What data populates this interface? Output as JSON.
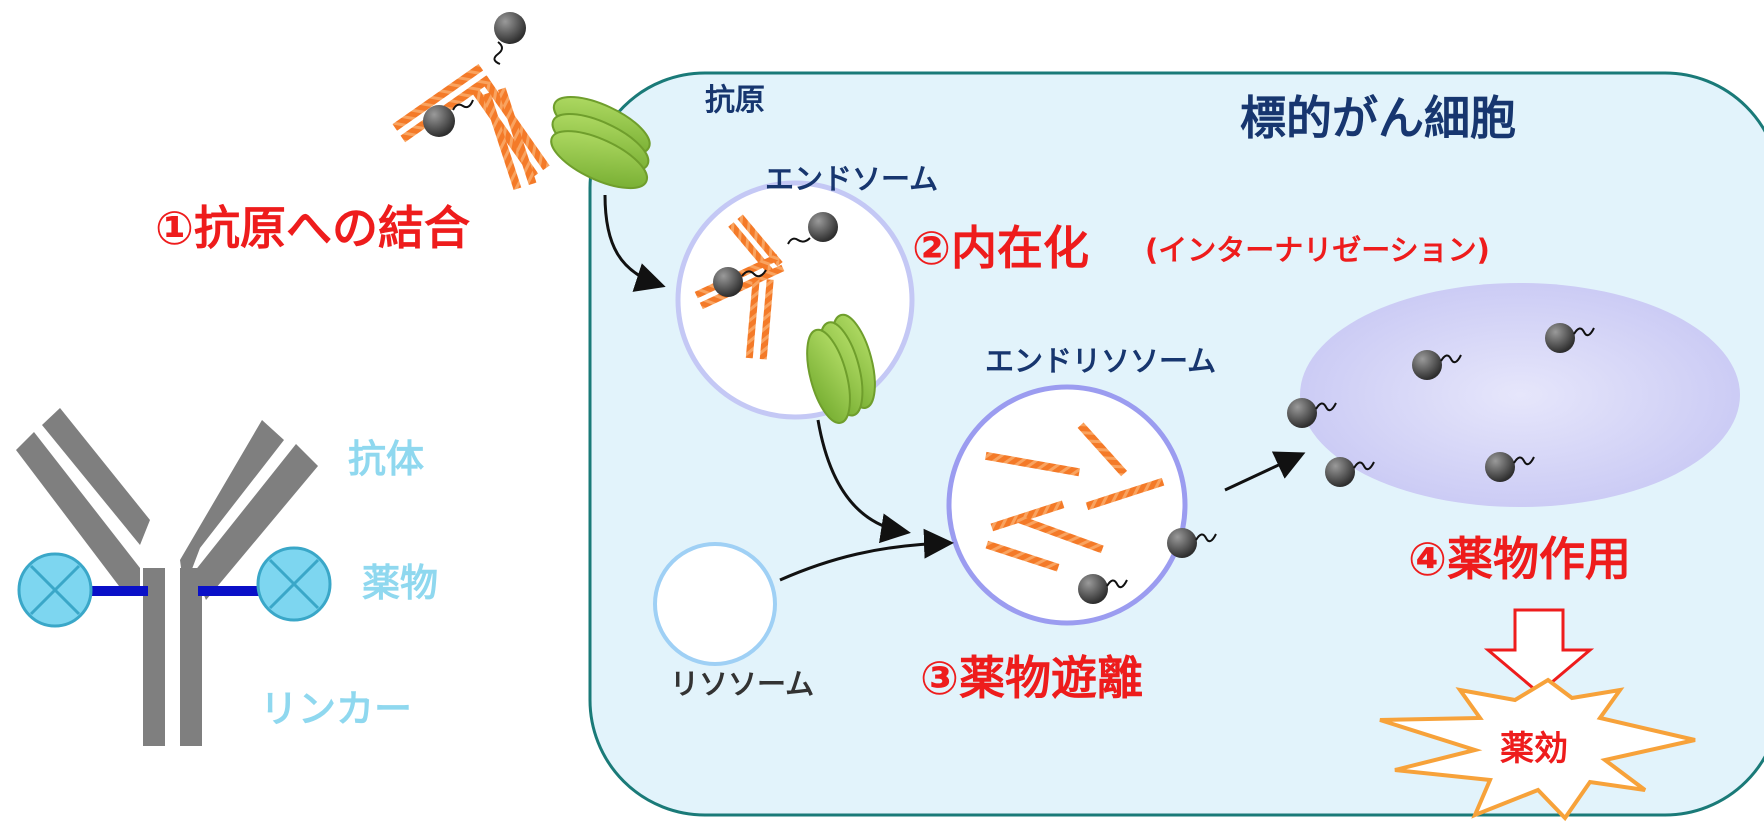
{
  "cell_title": "標的がん細胞",
  "antigen_label": "抗原",
  "endosome_label": "エンドソーム",
  "endolysosome_label": "エンドリソソーム",
  "lysosome_label": "リソソーム",
  "step1": "①抗原への結合",
  "step2": "②内在化",
  "step2_note": "(インターナリゼーション)",
  "step3": "③薬物遊離",
  "step4": "④薬物作用",
  "effect": "薬効",
  "legend": {
    "antibody": "抗体",
    "drug": "薬物",
    "linker": "リンカー"
  },
  "colors": {
    "cell_fill": "#e2f3fb",
    "cell_border": "#1a7a78",
    "antibody_orange": "#f26b1d",
    "antigen_green": "#8cc63f",
    "drug_gray": "#4d4d4d",
    "step_red": "#ee1c1c",
    "title_navy": "#17366f",
    "legend_cyan": "#8fd8ef",
    "vesicle_purple": "#9b9cf0"
  }
}
